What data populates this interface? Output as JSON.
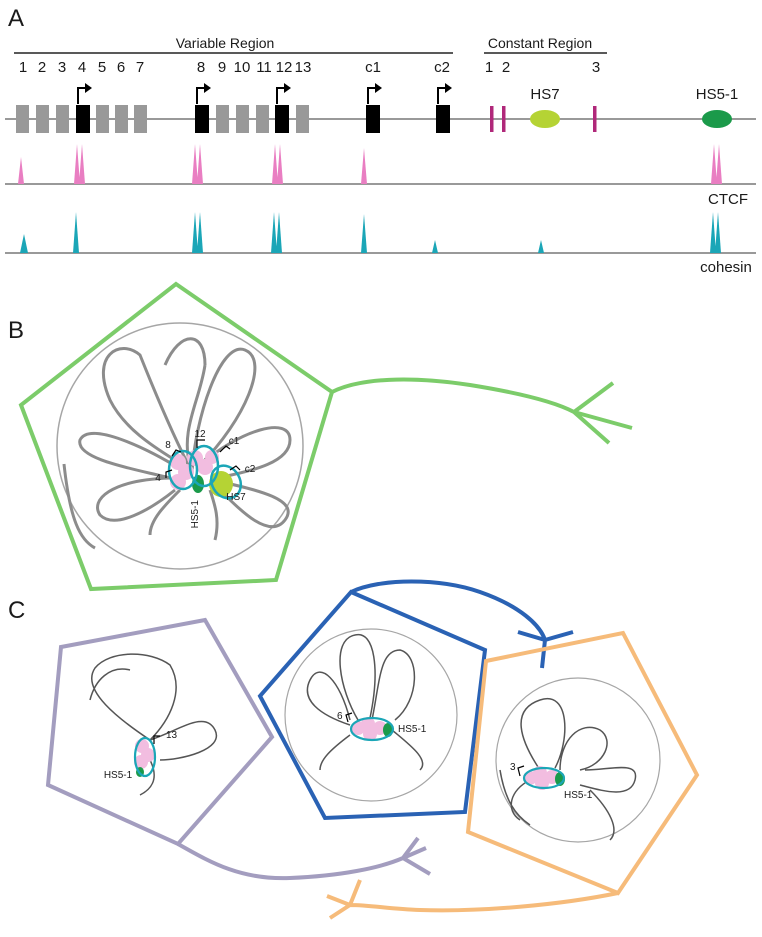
{
  "panels": {
    "a": {
      "label": "A",
      "variable_region": "Variable Region",
      "constant_region": "Constant Region",
      "variable_exons": [
        "1",
        "2",
        "3",
        "4",
        "5",
        "6",
        "7",
        "8",
        "9",
        "10",
        "11",
        "12",
        "13",
        "c1",
        "c2"
      ],
      "constant_exons": [
        "1",
        "2",
        "3"
      ],
      "hs7": "HS7",
      "hs51": "HS5-1",
      "track_ctcf": "CTCF",
      "track_cohesin": "cohesin",
      "colors": {
        "exon_gray": "#999999",
        "exon_black": "#000000",
        "constant": "#b0287a",
        "hs7": "#b5d334",
        "hs51": "#1b9a4a",
        "ctcf": "#e97ec2",
        "cohesin": "#1ba6b7"
      }
    },
    "b": {
      "label": "B",
      "labels": {
        "p4": "4",
        "p8": "8",
        "p12": "12",
        "pc1": "c1",
        "pc2": "c2",
        "hs51": "HS5-1",
        "hs7": "HS7"
      },
      "color": "#7ccc6a"
    },
    "c": {
      "label": "C",
      "neuron1": {
        "promoter": "13",
        "hs": "HS5-1",
        "color": "#a39dbf"
      },
      "neuron2": {
        "promoter": "6",
        "hs": "HS5-1",
        "color": "#2a62b4"
      },
      "neuron3": {
        "promoter": "3",
        "hs": "HS5-1",
        "color": "#f6bb7a"
      }
    }
  }
}
